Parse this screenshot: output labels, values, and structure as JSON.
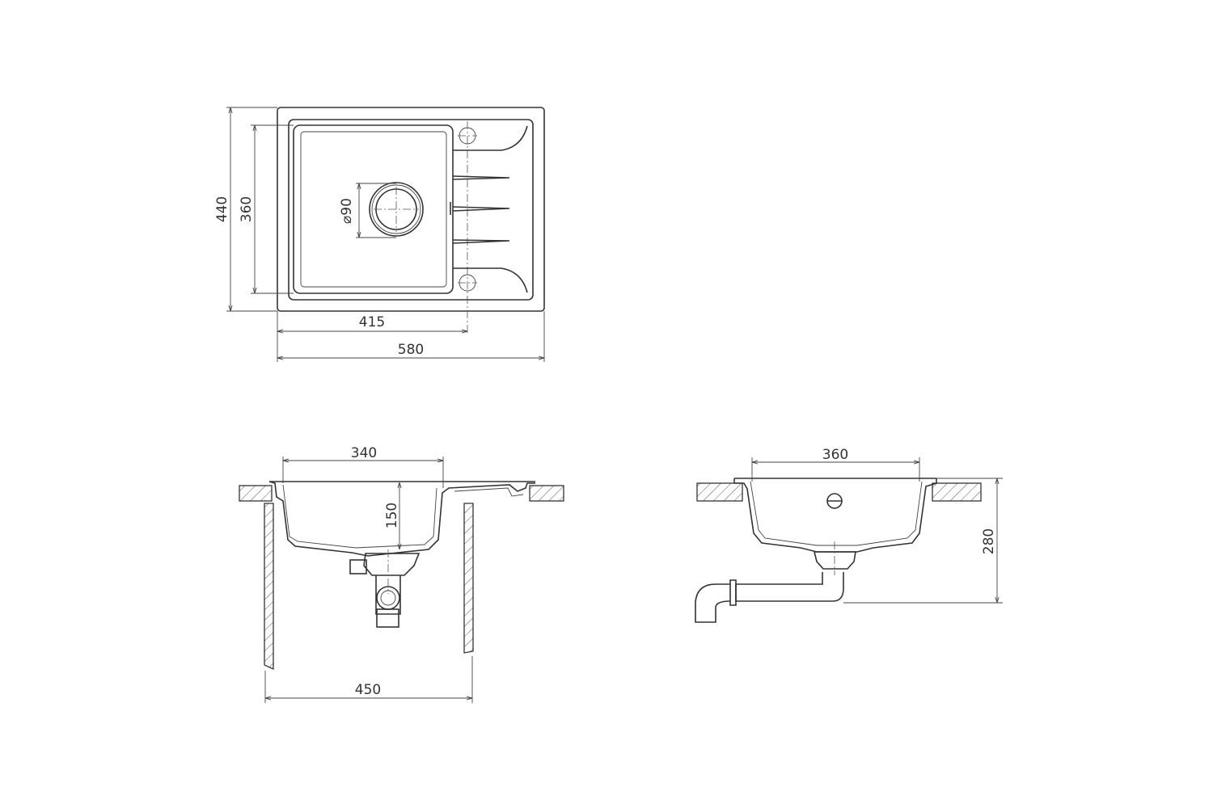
{
  "drawing": {
    "top_view": {
      "dims": {
        "overall_depth": "440",
        "bowl_depth": "360",
        "bowl_width_to_tap": "415",
        "overall_width": "580",
        "drain_diameter": "⌀90"
      }
    },
    "front_section": {
      "dims": {
        "bowl_width": "340",
        "bowl_height": "150",
        "cabinet_width": "450"
      }
    },
    "side_section": {
      "dims": {
        "bowl_length": "360",
        "total_height": "280"
      }
    },
    "colors": {
      "line": "#333333",
      "background": "#ffffff"
    }
  }
}
